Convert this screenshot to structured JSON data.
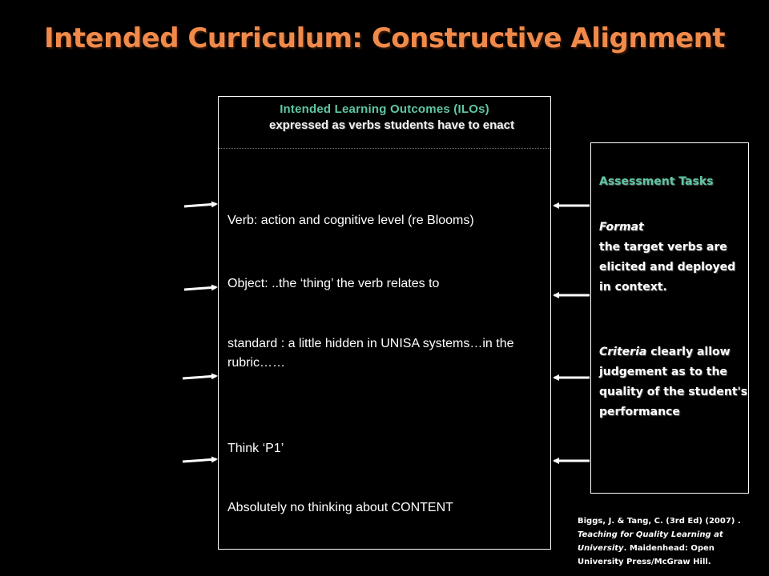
{
  "title": "Intended Curriculum: Constructive Alignment",
  "ilo": {
    "heading": "Intended Learning Outcomes (ILOs)",
    "subheading": "expressed as verbs students  have to enact",
    "lines": [
      "Verb: action and cognitive level (re Blooms)",
      "Object: ..the ‘thing’ the verb relates to",
      "standard : a little hidden in UNISA systems…in the rubric……",
      "Think ‘P1’",
      "Absolutely no thinking about CONTENT"
    ]
  },
  "assessment": {
    "heading": "Assessment  Tasks",
    "format_label": "Format",
    "format_text": "the target verbs are elicited and deployed in context.",
    "criteria_label": "Criteria",
    "criteria_text": " clearly allow judgement  as to the quality  of the student's performance"
  },
  "citation": {
    "authors": "Biggs, J. & Tang,  C. (3rd Ed) (2007) .",
    "book": "Teaching for Quality Learning at University",
    "publisher": ". Maidenhead: Open University Press/McGraw  Hill."
  },
  "colors": {
    "title": "#f08a4b",
    "heading_accent": "#5ec7a4",
    "background": "#000000",
    "text": "#ffffff"
  }
}
